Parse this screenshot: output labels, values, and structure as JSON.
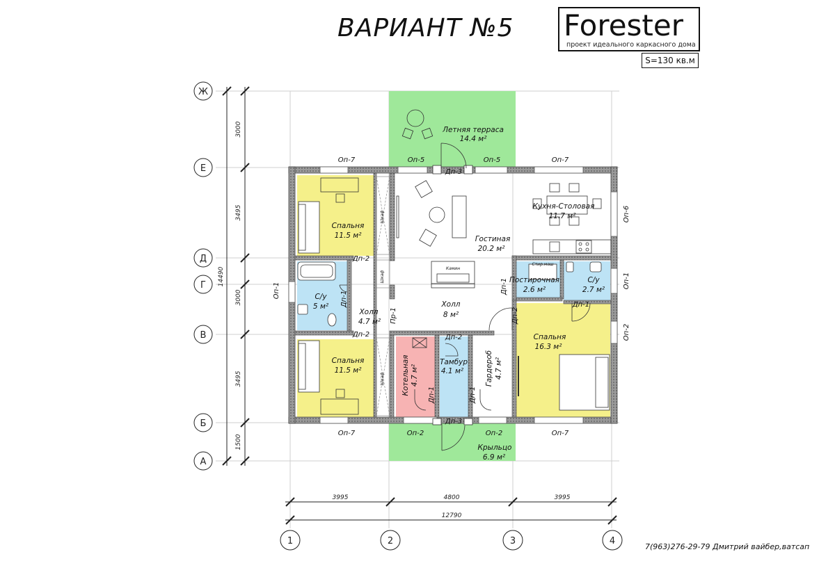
{
  "header": {
    "title": "ВАРИАНТ №5",
    "brand": "Forester",
    "brand_subtitle": "проект идеального каркасного дома",
    "area": "S=130 кв.м"
  },
  "contact": "7(963)276-29-79 Дмитрий вайбер,ватсап",
  "axes": {
    "rows": [
      "Ж",
      "Е",
      "Д",
      "Г",
      "В",
      "Б",
      "А"
    ],
    "columns": [
      "1",
      "2",
      "3",
      "4"
    ]
  },
  "dimensions": {
    "vertical": [
      "3000",
      "3495",
      "3000",
      "3495",
      "1500"
    ],
    "vertical_total": "14490",
    "horizontal": [
      "3995",
      "4800",
      "3995"
    ],
    "horizontal_total": "12790"
  },
  "rooms": {
    "terrace": {
      "name": "Летняя терраса",
      "area": "14.4 м²"
    },
    "bedroom_top": {
      "name": "Спальня",
      "area": "11.5 м²"
    },
    "living": {
      "name": "Гостиная",
      "area": "20.2 м²"
    },
    "kitchen": {
      "name": "Кухня-Столовая",
      "area": "11.7 м²"
    },
    "bath_left": {
      "name": "С/у",
      "area": "5 м²"
    },
    "hall_left": {
      "name": "Холл",
      "area": "4.7 м²"
    },
    "hall_center": {
      "name": "Холл",
      "area": "8 м²"
    },
    "laundry": {
      "name": "Постирочная",
      "area": "2.6 м²"
    },
    "bath_right": {
      "name": "С/у",
      "area": "2.7 м²"
    },
    "bedroom_bottom": {
      "name": "Спальня",
      "area": "11.5 м²"
    },
    "boiler": {
      "name": "Котельная",
      "area": "4.7 м²"
    },
    "vestibule": {
      "name": "Тамбур",
      "area": "4.1 м²"
    },
    "wardrobe": {
      "name": "Гардероб",
      "area": "4.7 м²"
    },
    "bedroom_right": {
      "name": "Спальня",
      "area": "16.3 м²"
    },
    "porch": {
      "name": "Крыльцо",
      "area": "6.9 м²"
    }
  },
  "labels": {
    "op7": "Оп-7",
    "op5": "Оп-5",
    "op6": "Оп-6",
    "op1": "Оп-1",
    "op2": "Оп-2",
    "dp1": "Дп-1",
    "dp2": "Дп-2",
    "dp3": "Дп-3",
    "pr1": "Пр-1",
    "fireplace": "Камин",
    "wardrobe_small": "Шкаф",
    "washer": "Стир.маш"
  },
  "colors": {
    "terrace": "#9fe89a",
    "bedroom": "#f5f08a",
    "bathroom": "#bde3f5",
    "boiler": "#f7b3b3",
    "vestibule": "#bde3f5",
    "wall": "#777777"
  }
}
